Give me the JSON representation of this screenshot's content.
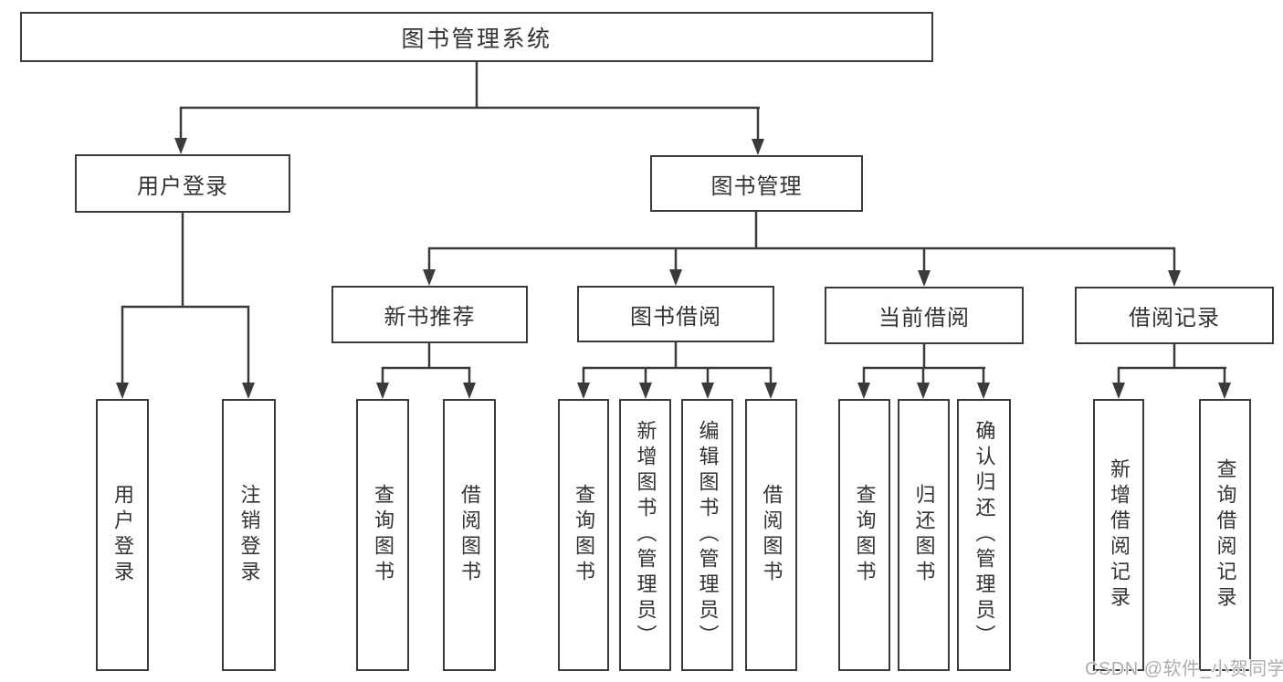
{
  "nodes": {
    "root": "图书管理系统",
    "l2": [
      "用户登录",
      "图书管理"
    ],
    "l3": [
      "新书推荐",
      "图书借阅",
      "当前借阅",
      "借阅记录"
    ],
    "leaves": [
      "用户登录",
      "注销登录",
      "查询图书",
      "借阅图书",
      "查询图书",
      "新增图书（管理员）",
      "编辑图书（管理员）",
      "借阅图书",
      "查询图书",
      "归还图书",
      "确认归还（管理员）",
      "新增借阅记录",
      "查询借阅记录"
    ]
  },
  "watermark": "CSDN @软件_小贺同学"
}
